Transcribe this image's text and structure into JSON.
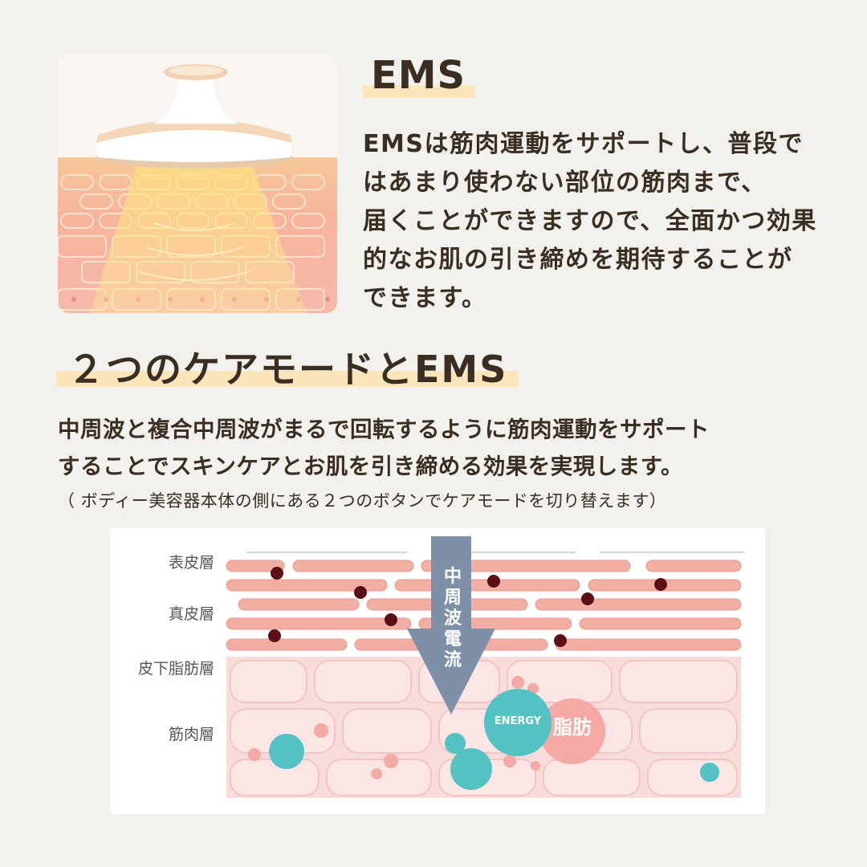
{
  "ems": {
    "title": "EMS",
    "lines": [
      "EMSは筋肉運動をサポートし、普段で",
      "はあまり使わない部位の筋肉まで、",
      "届くことができますので、全面かつ効果",
      "的なお肌の引き締めを期待することが",
      "できます。"
    ]
  },
  "care": {
    "title": "２つのケアモードとEMS",
    "lines": [
      "中周波と複合中周波がまるで回転するように筋肉運動をサポート",
      "することでスキンケアとお肌を引き締める効果を実現します。"
    ],
    "note": "（ ボディー美容器本体の側にある２つのボタンでケアモードを切り替えます）"
  },
  "diagram": {
    "layers": [
      "表皮層",
      "真皮層",
      "皮下脂肪層",
      "筋肉層"
    ],
    "arrow_label": "中周波電流",
    "energy_label": "ENERGY",
    "fat_label": "脂肪"
  },
  "colors": {
    "highlight": "#fbe5ba",
    "skin_band": "#f2aea3",
    "dot": "#5c0f16",
    "teal": "#52c2c3",
    "arrow": "#7e8fa8"
  }
}
